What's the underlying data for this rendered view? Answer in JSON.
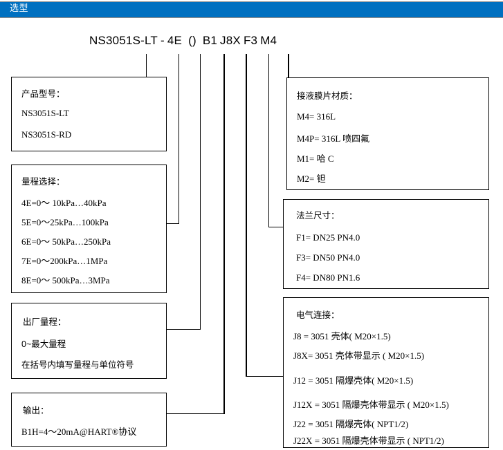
{
  "header": {
    "title": "选型",
    "bar_color": "#0070C0",
    "text_color": "#FFFFFF"
  },
  "model_code": {
    "full": "NS3051S-LT - 4E () B1 J8X F3 M4",
    "segments": [
      {
        "name": "product-series",
        "text": "NS3051S-LT"
      },
      {
        "name": "dash",
        "text": "-"
      },
      {
        "name": "range-code",
        "text": "4E"
      },
      {
        "name": "factory-range",
        "text": "()"
      },
      {
        "name": "output-code",
        "text": "B1"
      },
      {
        "name": "electrical-code",
        "text": "J8X"
      },
      {
        "name": "flange-code",
        "text": "F3"
      },
      {
        "name": "material-code",
        "text": "M4"
      }
    ]
  },
  "boxes": {
    "product_model": {
      "title": "产品型号：",
      "lines": [
        "NS3051S-LT",
        "NS3051S-RD"
      ]
    },
    "range_selection": {
      "title": "量程选择：",
      "lines": [
        "4E=0～ 10kPa…40kPa",
        "5E=0～25kPa…100kPa",
        "6E=0～ 50kPa…250kPa",
        "7E=0～200kPa…1MPa",
        "8E=0～ 500kPa…3MPa"
      ]
    },
    "factory_range": {
      "title": "出厂量程：",
      "lines": [
        "0~最大量程",
        "在括号内填写量程与单位符号"
      ]
    },
    "output": {
      "title": "输出：",
      "lines": [
        "B1H=4～20mA@HART®协议"
      ]
    },
    "diaphragm_material": {
      "title": "接液膜片材质：",
      "lines": [
        "M4= 316L",
        "M4P= 316L 喷四氟",
        "M1=  哈 C",
        "M2=  钽"
      ]
    },
    "flange_size": {
      "title": "法兰尺寸：",
      "lines": [
        "F1= DN25 PN4.0",
        "F3= DN50 PN4.0",
        "F4= DN80 PN1.6"
      ]
    },
    "electrical_connection": {
      "title": "电气连接：",
      "lines": [
        "J8 = 3051 壳体( M20×1.5)",
        "J8X= 3051 壳体带显示 ( M20×1.5)",
        "J12 = 3051 隔爆壳体( M20×1.5)",
        "J12X = 3051 隔爆壳体带显示 ( M20×1.5)",
        "J22 = 3051 隔爆壳体( NPT1/2)",
        "J22X = 3051 隔爆壳体带显示 ( NPT1/2)"
      ]
    }
  }
}
